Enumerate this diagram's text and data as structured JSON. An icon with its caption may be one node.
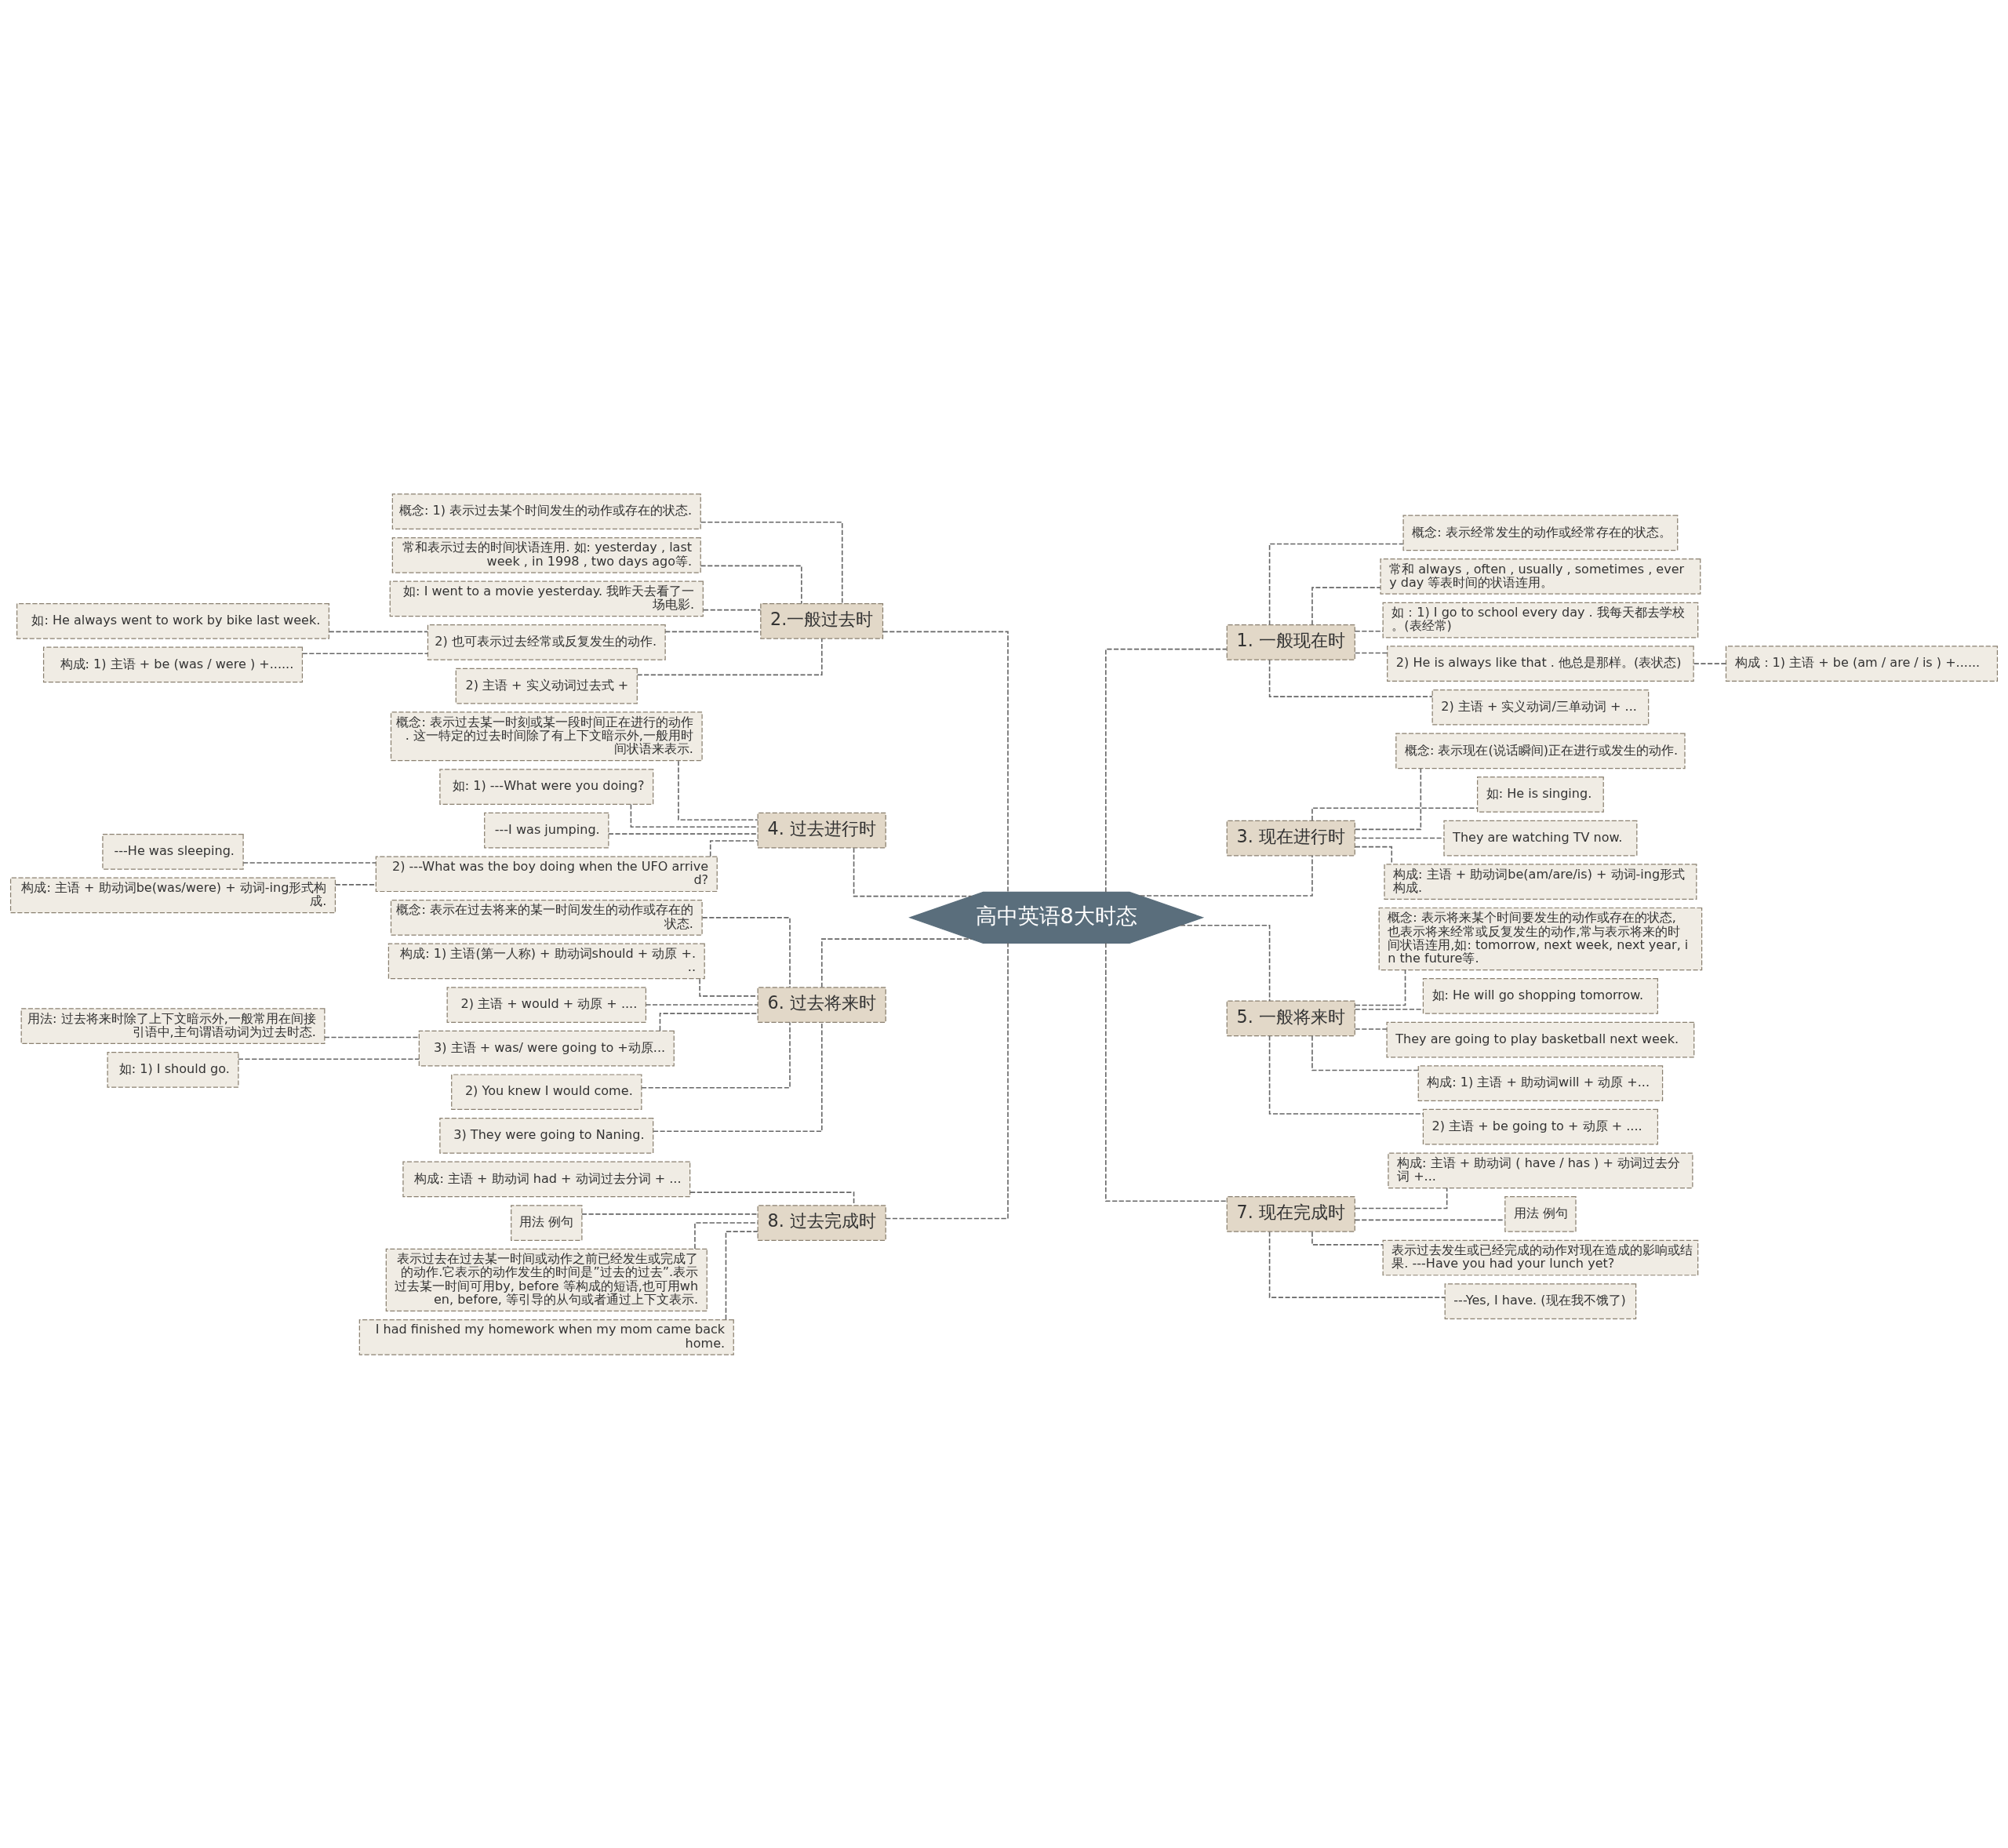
{
  "diagram": {
    "nodes": [
      {
        "text": [
          "高中英语8大时态"
        ]
      },
      {
        "text": [
          "1. 一般现在时"
        ]
      },
      {
        "text": [
          "概念: 表示经常发生的动作或经常存在的状态。"
        ]
      },
      {
        "text": [
          "常和 always , often , usually , sometimes , every day 等表时间的状语连用。"
        ]
      },
      {
        "text": [
          "如：1) I go to school every day . 我每天都去学校。(表经常)"
        ]
      },
      {
        "text": [
          "2) He is always like that . 他总是那样。(表状态)"
        ]
      },
      {
        "text": [
          "构成：1) 主语 + be (am / are / is ) +......"
        ]
      },
      {
        "text": [
          "2) 主语 + 实义动词/三单动词 + ..."
        ]
      },
      {
        "text": [
          "3. 现在进行时"
        ]
      },
      {
        "text": [
          "概念: 表示现在(说话瞬间)正在进行或发生的动作."
        ]
      },
      {
        "text": [
          "如: He is singing."
        ]
      },
      {
        "text": [
          "They are watching TV now."
        ]
      },
      {
        "text": [
          "构成: 主语 + 助动词be(am/are/is) + 动词-ing形式构成."
        ]
      },
      {
        "text": [
          "5. 一般将来时"
        ]
      },
      {
        "text": [
          "概念: 表示将来某个时间要发生的动作或存在的状态,也表示将来经常或反复发生的动作,常与表示将来的时间状语连用,如: tomorrow, next week, next year, in the future等."
        ]
      },
      {
        "text": [
          "如: He will go shopping tomorrow."
        ]
      },
      {
        "text": [
          "They are going to play basketball next week."
        ]
      },
      {
        "text": [
          "构成: 1) 主语 + 助动词will + 动原 +..."
        ]
      },
      {
        "text": [
          "2) 主语 + be going to + 动原 + ...."
        ]
      },
      {
        "text": [
          "7. 现在完成时"
        ]
      },
      {
        "text": [
          "构成: 主语 + 助动词 ( have / has ) + 动词过去分词 +..."
        ]
      },
      {
        "text": [
          "用法 例句"
        ]
      },
      {
        "text": [
          "表示过去发生或已经完成的动作对现在造成的影响或结果. ---Have you had your lunch yet?"
        ]
      },
      {
        "text": [
          "---Yes, I have. (现在我不饿了)"
        ]
      },
      {
        "text": [
          "2.一般过去时"
        ]
      },
      {
        "text": [
          "概念: 1) 表示过去某个时间发生的动作或存在的状态."
        ]
      },
      {
        "text": [
          "常和表示过去的时间状语连用. 如: yesterday , last week , in 1998 , two days ago等."
        ]
      },
      {
        "text": [
          "如: I went to a movie yesterday. 我昨天去看了一场电影."
        ]
      },
      {
        "text": [
          "2) 也可表示过去经常或反复发生的动作."
        ]
      },
      {
        "text": [
          "如: He always went to work by bike last week."
        ]
      },
      {
        "text": [
          "构成: 1) 主语 + be (was / were ) +......"
        ]
      },
      {
        "text": [
          "2) 主语 + 实义动词过去式 +"
        ]
      },
      {
        "text": [
          "4. 过去进行时"
        ]
      },
      {
        "text": [
          "概念: 表示过去某一时刻或某一段时间正在进行的动作. 这一特定的过去时间除了有上下文暗示外,一般用时间状语来表示."
        ]
      },
      {
        "text": [
          "如: 1) ---What were you doing?"
        ]
      },
      {
        "text": [
          "---I was jumping."
        ]
      },
      {
        "text": [
          "2) ---What was the boy doing when the UFO arrived?"
        ]
      },
      {
        "text": [
          "---He was sleeping."
        ]
      },
      {
        "text": [
          "构成: 主语 + 助动词be(was/were) + 动词-ing形式构成."
        ]
      },
      {
        "text": [
          "6. 过去将来时"
        ]
      },
      {
        "text": [
          "概念: 表示在过去将来的某一时间发生的动作或存在的状态."
        ]
      },
      {
        "text": [
          "构成: 1) 主语(第一人称) + 助动词should + 动原 +..."
        ]
      },
      {
        "text": [
          "2) 主语 + would + 动原 + ...."
        ]
      },
      {
        "text": [
          "3) 主语 + was/ were going to +动原..."
        ]
      },
      {
        "text": [
          "用法: 过去将来时除了上下文暗示外,一般常用在间接引语中,主句谓语动词为过去时态."
        ]
      },
      {
        "text": [
          "如: 1) I should go."
        ]
      },
      {
        "text": [
          "2) You knew I would come."
        ]
      },
      {
        "text": [
          "3) They were going to Naning."
        ]
      },
      {
        "text": [
          "8. 过去完成时"
        ]
      },
      {
        "text": [
          "构成: 主语 + 助动词 had + 动词过去分词 + ..."
        ]
      },
      {
        "text": [
          "用法 例句"
        ]
      },
      {
        "text": [
          "表示过去在过去某一时间或动作之前已经发生或完成了的动作.它表示的动作发生的时间是”过去的过去”.表示过去某一时间可用by, before 等构成的短语,也可用when, before, 等引导的从句或者通过上下文表示."
        ]
      },
      {
        "text": [
          "I had finished my homework when my mom came back home."
        ]
      }
    ],
    "edges": [
      {
        "from": 0,
        "to": 1,
        "arrow": "none",
        "style": "dashed"
      },
      {
        "from": 1,
        "to": 2,
        "arrow": "none",
        "style": "dashed"
      },
      {
        "from": 1,
        "to": 3,
        "arrow": "none",
        "style": "dashed"
      },
      {
        "from": 1,
        "to": 4,
        "arrow": "none",
        "style": "dashed"
      },
      {
        "from": 1,
        "to": 5,
        "arrow": "none",
        "style": "dashed"
      },
      {
        "from": 5,
        "to": 6,
        "arrow": "none",
        "style": "dashed"
      },
      {
        "from": 1,
        "to": 7,
        "arrow": "none",
        "style": "dashed"
      },
      {
        "from": 0,
        "to": 8,
        "arrow": "none",
        "style": "dashed"
      },
      {
        "from": 8,
        "to": 9,
        "arrow": "none",
        "style": "dashed"
      },
      {
        "from": 8,
        "to": 10,
        "arrow": "none",
        "style": "dashed"
      },
      {
        "from": 8,
        "to": 11,
        "arrow": "none",
        "style": "dashed"
      },
      {
        "from": 8,
        "to": 12,
        "arrow": "none",
        "style": "dashed"
      },
      {
        "from": 0,
        "to": 13,
        "arrow": "none",
        "style": "dashed"
      },
      {
        "from": 13,
        "to": 14,
        "arrow": "none",
        "style": "dashed"
      },
      {
        "from": 13,
        "to": 15,
        "arrow": "none",
        "style": "dashed"
      },
      {
        "from": 13,
        "to": 16,
        "arrow": "none",
        "style": "dashed"
      },
      {
        "from": 13,
        "to": 17,
        "arrow": "none",
        "style": "dashed"
      },
      {
        "from": 13,
        "to": 18,
        "arrow": "none",
        "style": "dashed"
      },
      {
        "from": 0,
        "to": 19,
        "arrow": "none",
        "style": "dashed"
      },
      {
        "from": 19,
        "to": 20,
        "arrow": "none",
        "style": "dashed"
      },
      {
        "from": 19,
        "to": 21,
        "arrow": "none",
        "style": "dashed"
      },
      {
        "from": 19,
        "to": 22,
        "arrow": "none",
        "style": "dashed"
      },
      {
        "from": 19,
        "to": 23,
        "arrow": "none",
        "style": "dashed"
      },
      {
        "from": 0,
        "to": 24,
        "arrow": "none",
        "style": "dashed"
      },
      {
        "from": 24,
        "to": 25,
        "arrow": "none",
        "style": "dashed"
      },
      {
        "from": 24,
        "to": 26,
        "arrow": "none",
        "style": "dashed"
      },
      {
        "from": 24,
        "to": 27,
        "arrow": "none",
        "style": "dashed"
      },
      {
        "from": 24,
        "to": 28,
        "arrow": "none",
        "style": "dashed"
      },
      {
        "from": 28,
        "to": 29,
        "arrow": "none",
        "style": "dashed"
      },
      {
        "from": 28,
        "to": 30,
        "arrow": "none",
        "style": "dashed"
      },
      {
        "from": 24,
        "to": 31,
        "arrow": "none",
        "style": "dashed"
      },
      {
        "from": 0,
        "to": 32,
        "arrow": "none",
        "style": "dashed"
      },
      {
        "from": 32,
        "to": 33,
        "arrow": "none",
        "style": "dashed"
      },
      {
        "from": 32,
        "to": 34,
        "arrow": "none",
        "style": "dashed"
      },
      {
        "from": 32,
        "to": 35,
        "arrow": "none",
        "style": "dashed"
      },
      {
        "from": 32,
        "to": 36,
        "arrow": "none",
        "style": "dashed"
      },
      {
        "from": 36,
        "to": 37,
        "arrow": "none",
        "style": "dashed"
      },
      {
        "from": 36,
        "to": 38,
        "arrow": "none",
        "style": "dashed"
      },
      {
        "from": 0,
        "to": 39,
        "arrow": "none",
        "style": "dashed"
      },
      {
        "from": 39,
        "to": 40,
        "arrow": "none",
        "style": "dashed"
      },
      {
        "from": 39,
        "to": 41,
        "arrow": "none",
        "style": "dashed"
      },
      {
        "from": 39,
        "to": 42,
        "arrow": "none",
        "style": "dashed"
      },
      {
        "from": 39,
        "to": 43,
        "arrow": "none",
        "style": "dashed"
      },
      {
        "from": 43,
        "to": 44,
        "arrow": "none",
        "style": "dashed"
      },
      {
        "from": 43,
        "to": 45,
        "arrow": "none",
        "style": "dashed"
      },
      {
        "from": 39,
        "to": 46,
        "arrow": "none",
        "style": "dashed"
      },
      {
        "from": 39,
        "to": 47,
        "arrow": "none",
        "style": "dashed"
      },
      {
        "from": 0,
        "to": 48,
        "arrow": "none",
        "style": "dashed"
      },
      {
        "from": 48,
        "to": 49,
        "arrow": "none",
        "style": "dashed"
      },
      {
        "from": 48,
        "to": 50,
        "arrow": "none",
        "style": "dashed"
      },
      {
        "from": 48,
        "to": 51,
        "arrow": "none",
        "style": "dashed"
      },
      {
        "from": 48,
        "to": 52,
        "arrow": "none",
        "style": "dashed"
      }
    ]
  }
}
